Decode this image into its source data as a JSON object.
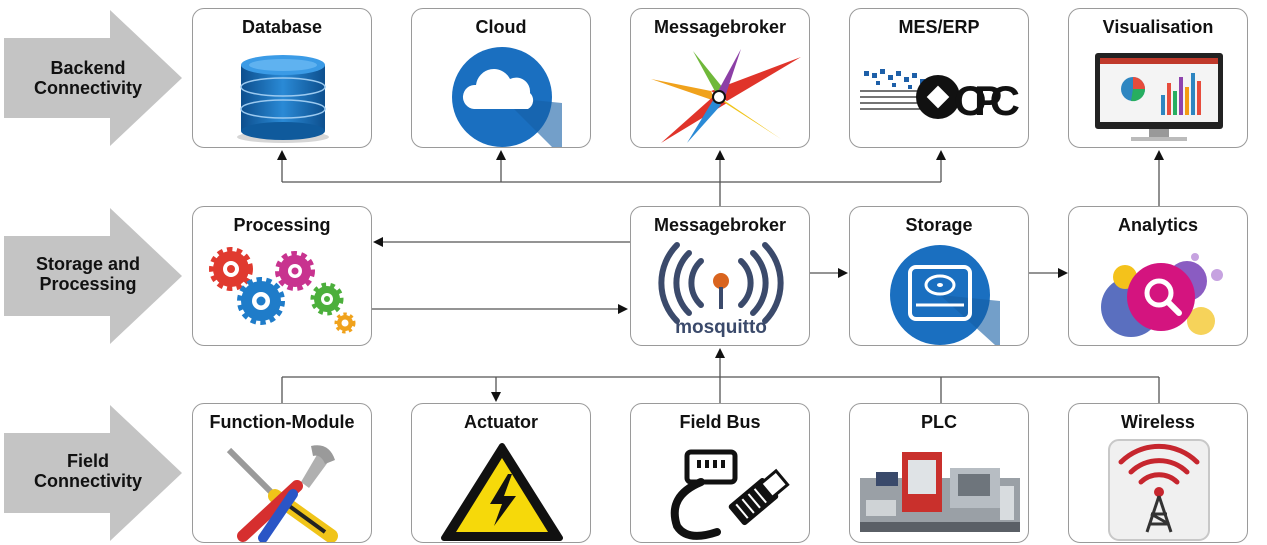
{
  "rows": [
    {
      "label": "Backend\nConnectivity"
    },
    {
      "label": "Storage and\nProcessing"
    },
    {
      "label": "Field\nConnectivity"
    }
  ],
  "backend": {
    "database": "Database",
    "cloud": "Cloud",
    "messagebroker": "Messagebroker",
    "mes_erp": "MES/ERP",
    "mes_erp_logo_text": "OPC",
    "visualisation": "Visualisation"
  },
  "storage": {
    "processing": "Processing",
    "messagebroker": "Messagebroker",
    "mosquitto_text": "mosquitto",
    "storage": "Storage",
    "analytics": "Analytics"
  },
  "field": {
    "function_module": "Function-Module",
    "actuator": "Actuator",
    "field_bus": "Field Bus",
    "plc": "PLC",
    "wireless": "Wireless"
  },
  "colors": {
    "arrow_gray": "#c4c4c4",
    "box_border": "#9a9a9a",
    "cloud_blue": "#1a6fc0",
    "database_blue": "#1d73b8",
    "storage_blue": "#1a6fc0",
    "actuator_yellow": "#f6d90a",
    "analytics_magenta": "#d4147f",
    "mosquitto_navy": "#3b4a6b",
    "mosquitto_orange": "#d9641e",
    "wireless_red": "#c6262e"
  }
}
